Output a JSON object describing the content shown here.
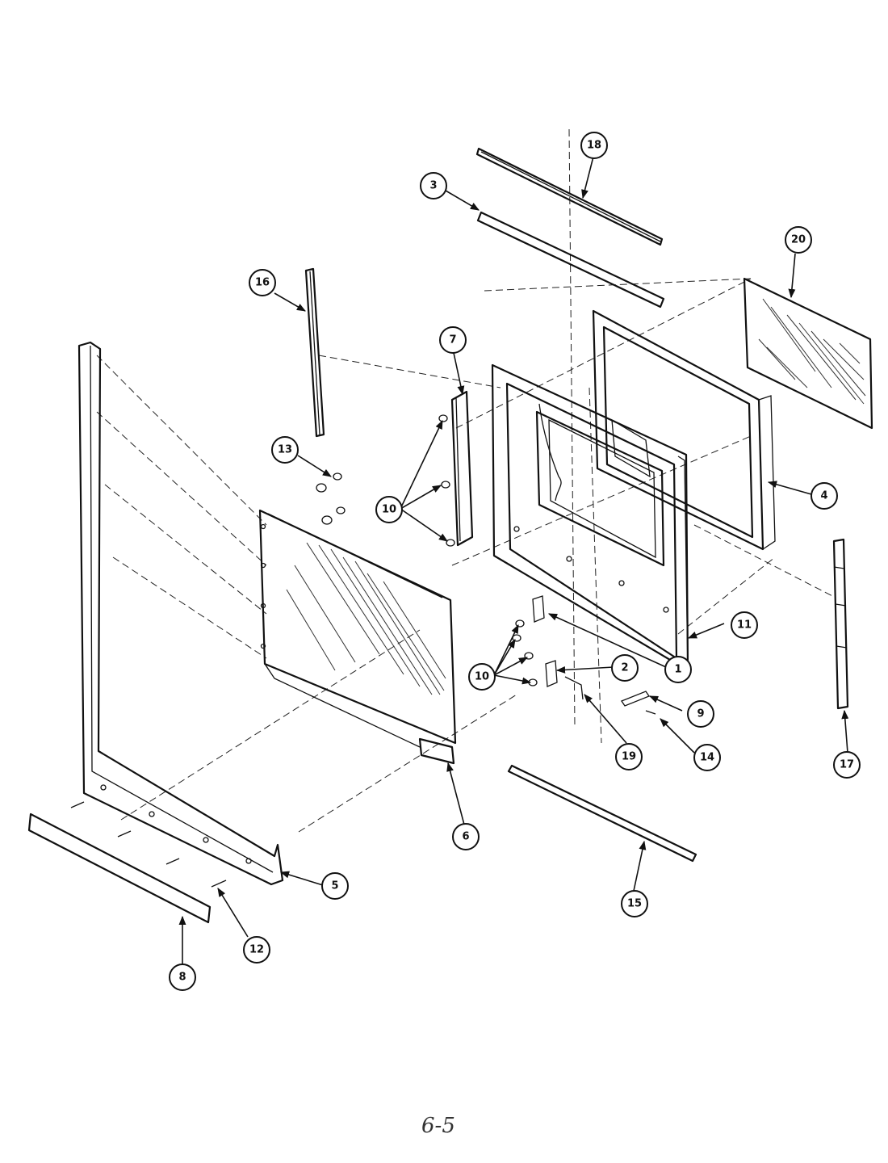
{
  "page_label": "6-5",
  "callouts": {
    "c1": "1",
    "c2": "2",
    "c3": "3",
    "c4": "4",
    "c5": "5",
    "c6": "6",
    "c7": "7",
    "c8": "8",
    "c9": "9",
    "c10a": "10",
    "c10b": "10",
    "c11": "11",
    "c12": "12",
    "c13": "13",
    "c14": "14",
    "c15": "15",
    "c16": "16",
    "c17": "17",
    "c18": "18",
    "c19": "19",
    "c20": "20"
  }
}
